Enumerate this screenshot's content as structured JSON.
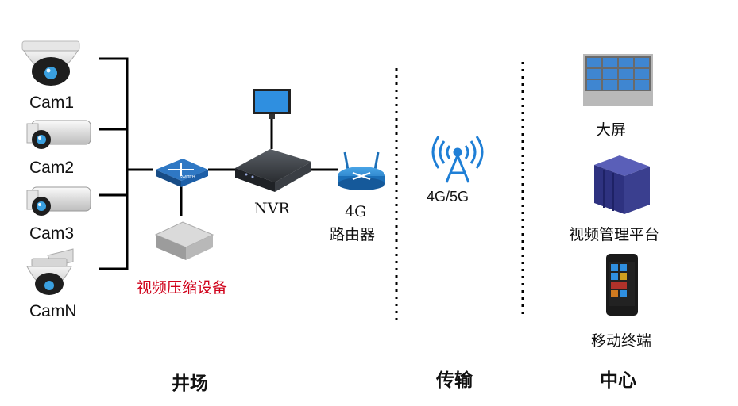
{
  "field": {
    "cameras": [
      "Cam1",
      "Cam2",
      "Cam3",
      "CamN"
    ],
    "compression_device": "视频压缩设备",
    "nvr": "NVR",
    "router": {
      "line1": "4G",
      "line2": "路由器"
    },
    "section": "井场"
  },
  "transmission": {
    "tower": "4G/5G",
    "section": "传输"
  },
  "center": {
    "big_screen": "大屏",
    "platform": "视频管理平台",
    "mobile": "移动终端",
    "section": "中心"
  },
  "colors": {
    "accent_red": "#d0021b",
    "switch_blue": "#1d5fa8",
    "tower_blue": "#1f7fd6",
    "server_purple": "#3a3f8f"
  }
}
